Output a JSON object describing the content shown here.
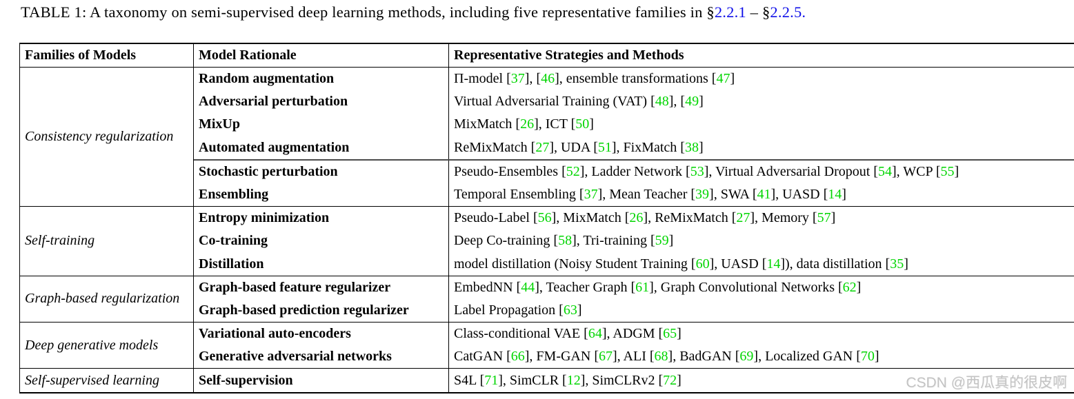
{
  "colors": {
    "citation": "#00d500",
    "link": "#0f0fe8"
  },
  "title": {
    "prefix": "TABLE 1: A taxonomy on semi-supervised deep learning methods, including five representative families in §",
    "link1": "2.2.1",
    "separator": " – §",
    "link2": "2.2.5",
    "suffix": "."
  },
  "table": {
    "headers": [
      "Families of Models",
      "Model Rationale",
      "Representative Strategies and Methods"
    ],
    "families": [
      {
        "name": "Consistency regularization",
        "groups": [
          {
            "rows": [
              {
                "rationale": "Random augmentation",
                "methods": "Π-model [37], [46], ensemble transformations [47]"
              },
              {
                "rationale": "Adversarial perturbation",
                "methods": "Virtual Adversarial Training (VAT) [48], [49]"
              },
              {
                "rationale": "MixUp",
                "methods": "MixMatch [26], ICT [50]"
              },
              {
                "rationale": "Automated augmentation",
                "methods": "ReMixMatch [27], UDA [51], FixMatch [38]"
              }
            ]
          },
          {
            "rows": [
              {
                "rationale": "Stochastic perturbation",
                "methods": "Pseudo-Ensembles [52], Ladder Network [53], Virtual Adversarial Dropout [54], WCP [55]"
              },
              {
                "rationale": "Ensembling",
                "methods": "Temporal Ensembling [37], Mean Teacher [39], SWA [41], UASD [14]"
              }
            ]
          }
        ]
      },
      {
        "name": "Self-training",
        "groups": [
          {
            "rows": [
              {
                "rationale": "Entropy minimization",
                "methods": "Pseudo-Label [56], MixMatch [26], ReMixMatch [27], Memory [57]"
              },
              {
                "rationale": "Co-training",
                "methods": "Deep Co-training [58], Tri-training [59]"
              },
              {
                "rationale": "Distillation",
                "methods": "model distillation (Noisy Student Training [60], UASD [14]), data distillation [35]"
              }
            ]
          }
        ]
      },
      {
        "name": "Graph-based regularization",
        "groups": [
          {
            "rows": [
              {
                "rationale": "Graph-based feature regularizer",
                "methods": "EmbedNN [44], Teacher Graph [61], Graph Convolutional Networks [62]"
              },
              {
                "rationale": "Graph-based prediction regularizer",
                "methods": "Label Propagation [63]"
              }
            ]
          }
        ]
      },
      {
        "name": "Deep generative models",
        "groups": [
          {
            "rows": [
              {
                "rationale": "Variational auto-encoders",
                "methods": "Class-conditional VAE [64], ADGM [65]"
              },
              {
                "rationale": "Generative adversarial networks",
                "methods": "CatGAN [66], FM-GAN [67], ALI [68], BadGAN [69], Localized GAN [70]"
              }
            ]
          }
        ]
      },
      {
        "name": "Self-supervised learning",
        "groups": [
          {
            "rows": [
              {
                "rationale": "Self-supervision",
                "methods": "S4L [71], SimCLR [12], SimCLRv2 [72]"
              }
            ]
          }
        ]
      }
    ]
  },
  "watermark": "CSDN @西瓜真的很皮啊"
}
